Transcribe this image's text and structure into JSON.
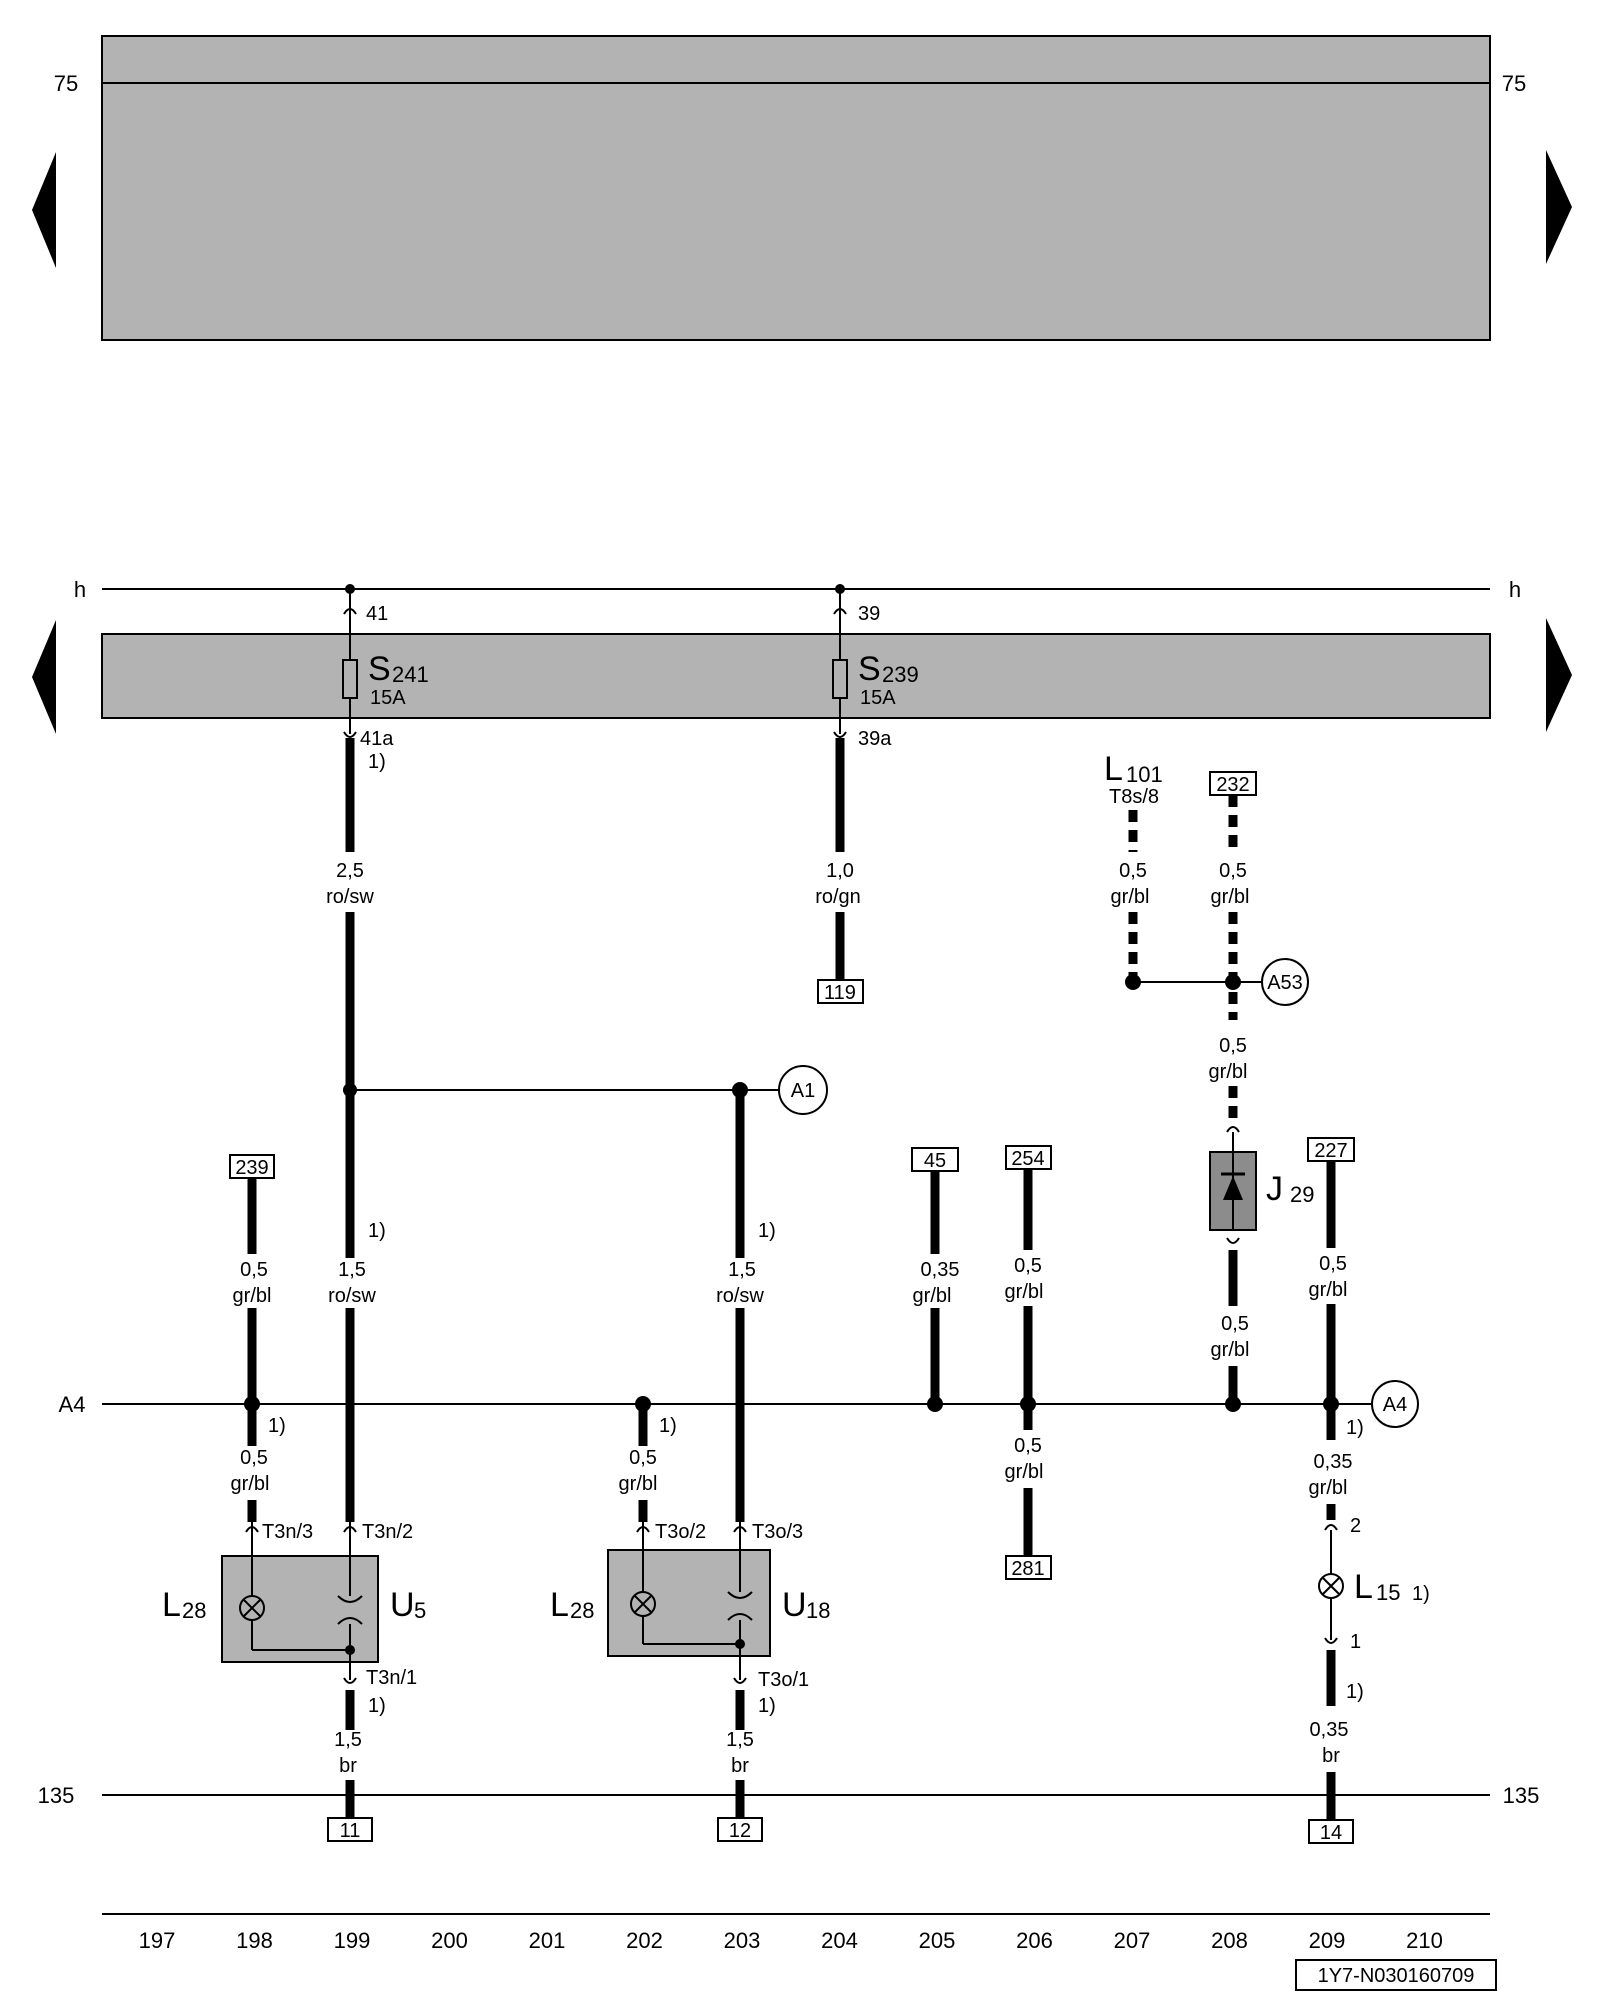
{
  "rails": {
    "top_left": "75",
    "top_right": "75",
    "h_left": "h",
    "h_right": "h",
    "a4_left": "A4",
    "bottom_left": "135",
    "bottom_right": "135"
  },
  "fuses": [
    {
      "pin_in": "41",
      "name": "S",
      "sub": "241",
      "rating": "15A",
      "pin_out": "41a",
      "note": "1)"
    },
    {
      "pin_in": "39",
      "name": "S",
      "sub": "239",
      "rating": "15A",
      "pin_out": "39a"
    }
  ],
  "wires": {
    "w199_top": {
      "size": "2,5",
      "color": "ro/sw"
    },
    "w199_mid": {
      "size": "1,5",
      "color": "ro/sw",
      "note": "1)"
    },
    "w204": {
      "size": "1,0",
      "color": "ro/gn"
    },
    "w198_top": {
      "size": "0,5",
      "color": "gr/bl"
    },
    "w198_low": {
      "size": "0,5",
      "color": "gr/bl",
      "note": "1)"
    },
    "w202": {
      "size": "0,5",
      "color": "gr/bl",
      "note": "1)"
    },
    "w203": {
      "size": "1,5",
      "color": "ro/sw",
      "note": "1)"
    },
    "w205": {
      "size": "0,35",
      "color": "gr/bl"
    },
    "w206_top": {
      "size": "0,5",
      "color": "gr/bl"
    },
    "w206_low": {
      "size": "0,5",
      "color": "gr/bl"
    },
    "w207": {
      "size": "0,5",
      "color": "gr/bl"
    },
    "w208_top": {
      "size": "0,5",
      "color": "gr/bl"
    },
    "w208_mid": {
      "size": "0,5",
      "color": "gr/bl"
    },
    "w208_low": {
      "size": "0,5",
      "color": "gr/bl"
    },
    "w209_top": {
      "size": "0,5",
      "color": "gr/bl"
    },
    "w209_mid": {
      "size": "0,35",
      "color": "gr/bl",
      "note": "1)"
    },
    "w209_low": {
      "size": "0,35",
      "color": "br",
      "note": "1)"
    },
    "w199_low": {
      "size": "1,5",
      "color": "br",
      "note": "1)"
    },
    "w203_low": {
      "size": "1,5",
      "color": "br",
      "note": "1)"
    }
  },
  "refs": {
    "r239": "239",
    "r119": "119",
    "r45": "45",
    "r254": "254",
    "r232": "232",
    "r227": "227",
    "r281": "281",
    "r11": "11",
    "r12": "12",
    "r14": "14"
  },
  "connectors": {
    "a1": "A1",
    "a53": "A53",
    "a4": "A4"
  },
  "components": {
    "l101": {
      "name": "L",
      "sub": "101",
      "pin": "T8s/8"
    },
    "j29": {
      "name": "J",
      "sub": "29"
    },
    "l15": {
      "name": "L",
      "sub": "15",
      "note": "1)",
      "pin_top": "2",
      "pin_bottom": "1"
    },
    "u5_box": {
      "lamp": {
        "name": "L",
        "sub": "28"
      },
      "unit": {
        "name": "U",
        "sub": "5"
      },
      "pin_left": "T3n/3",
      "pin_right": "T3n/2",
      "pin_bottom": "T3n/1"
    },
    "u18_box": {
      "lamp": {
        "name": "L",
        "sub": "28"
      },
      "unit": {
        "name": "U",
        "sub": "18"
      },
      "pin_left": "T3o/2",
      "pin_right": "T3o/3",
      "pin_bottom": "T3o/1"
    }
  },
  "track_numbers": [
    "197",
    "198",
    "199",
    "200",
    "201",
    "202",
    "203",
    "204",
    "205",
    "206",
    "207",
    "208",
    "209",
    "210"
  ],
  "footer_code": "1Y7-N030160709",
  "colors": {
    "band": "#b3b3b3",
    "relay": "#8c8c8c",
    "line": "#000000"
  }
}
